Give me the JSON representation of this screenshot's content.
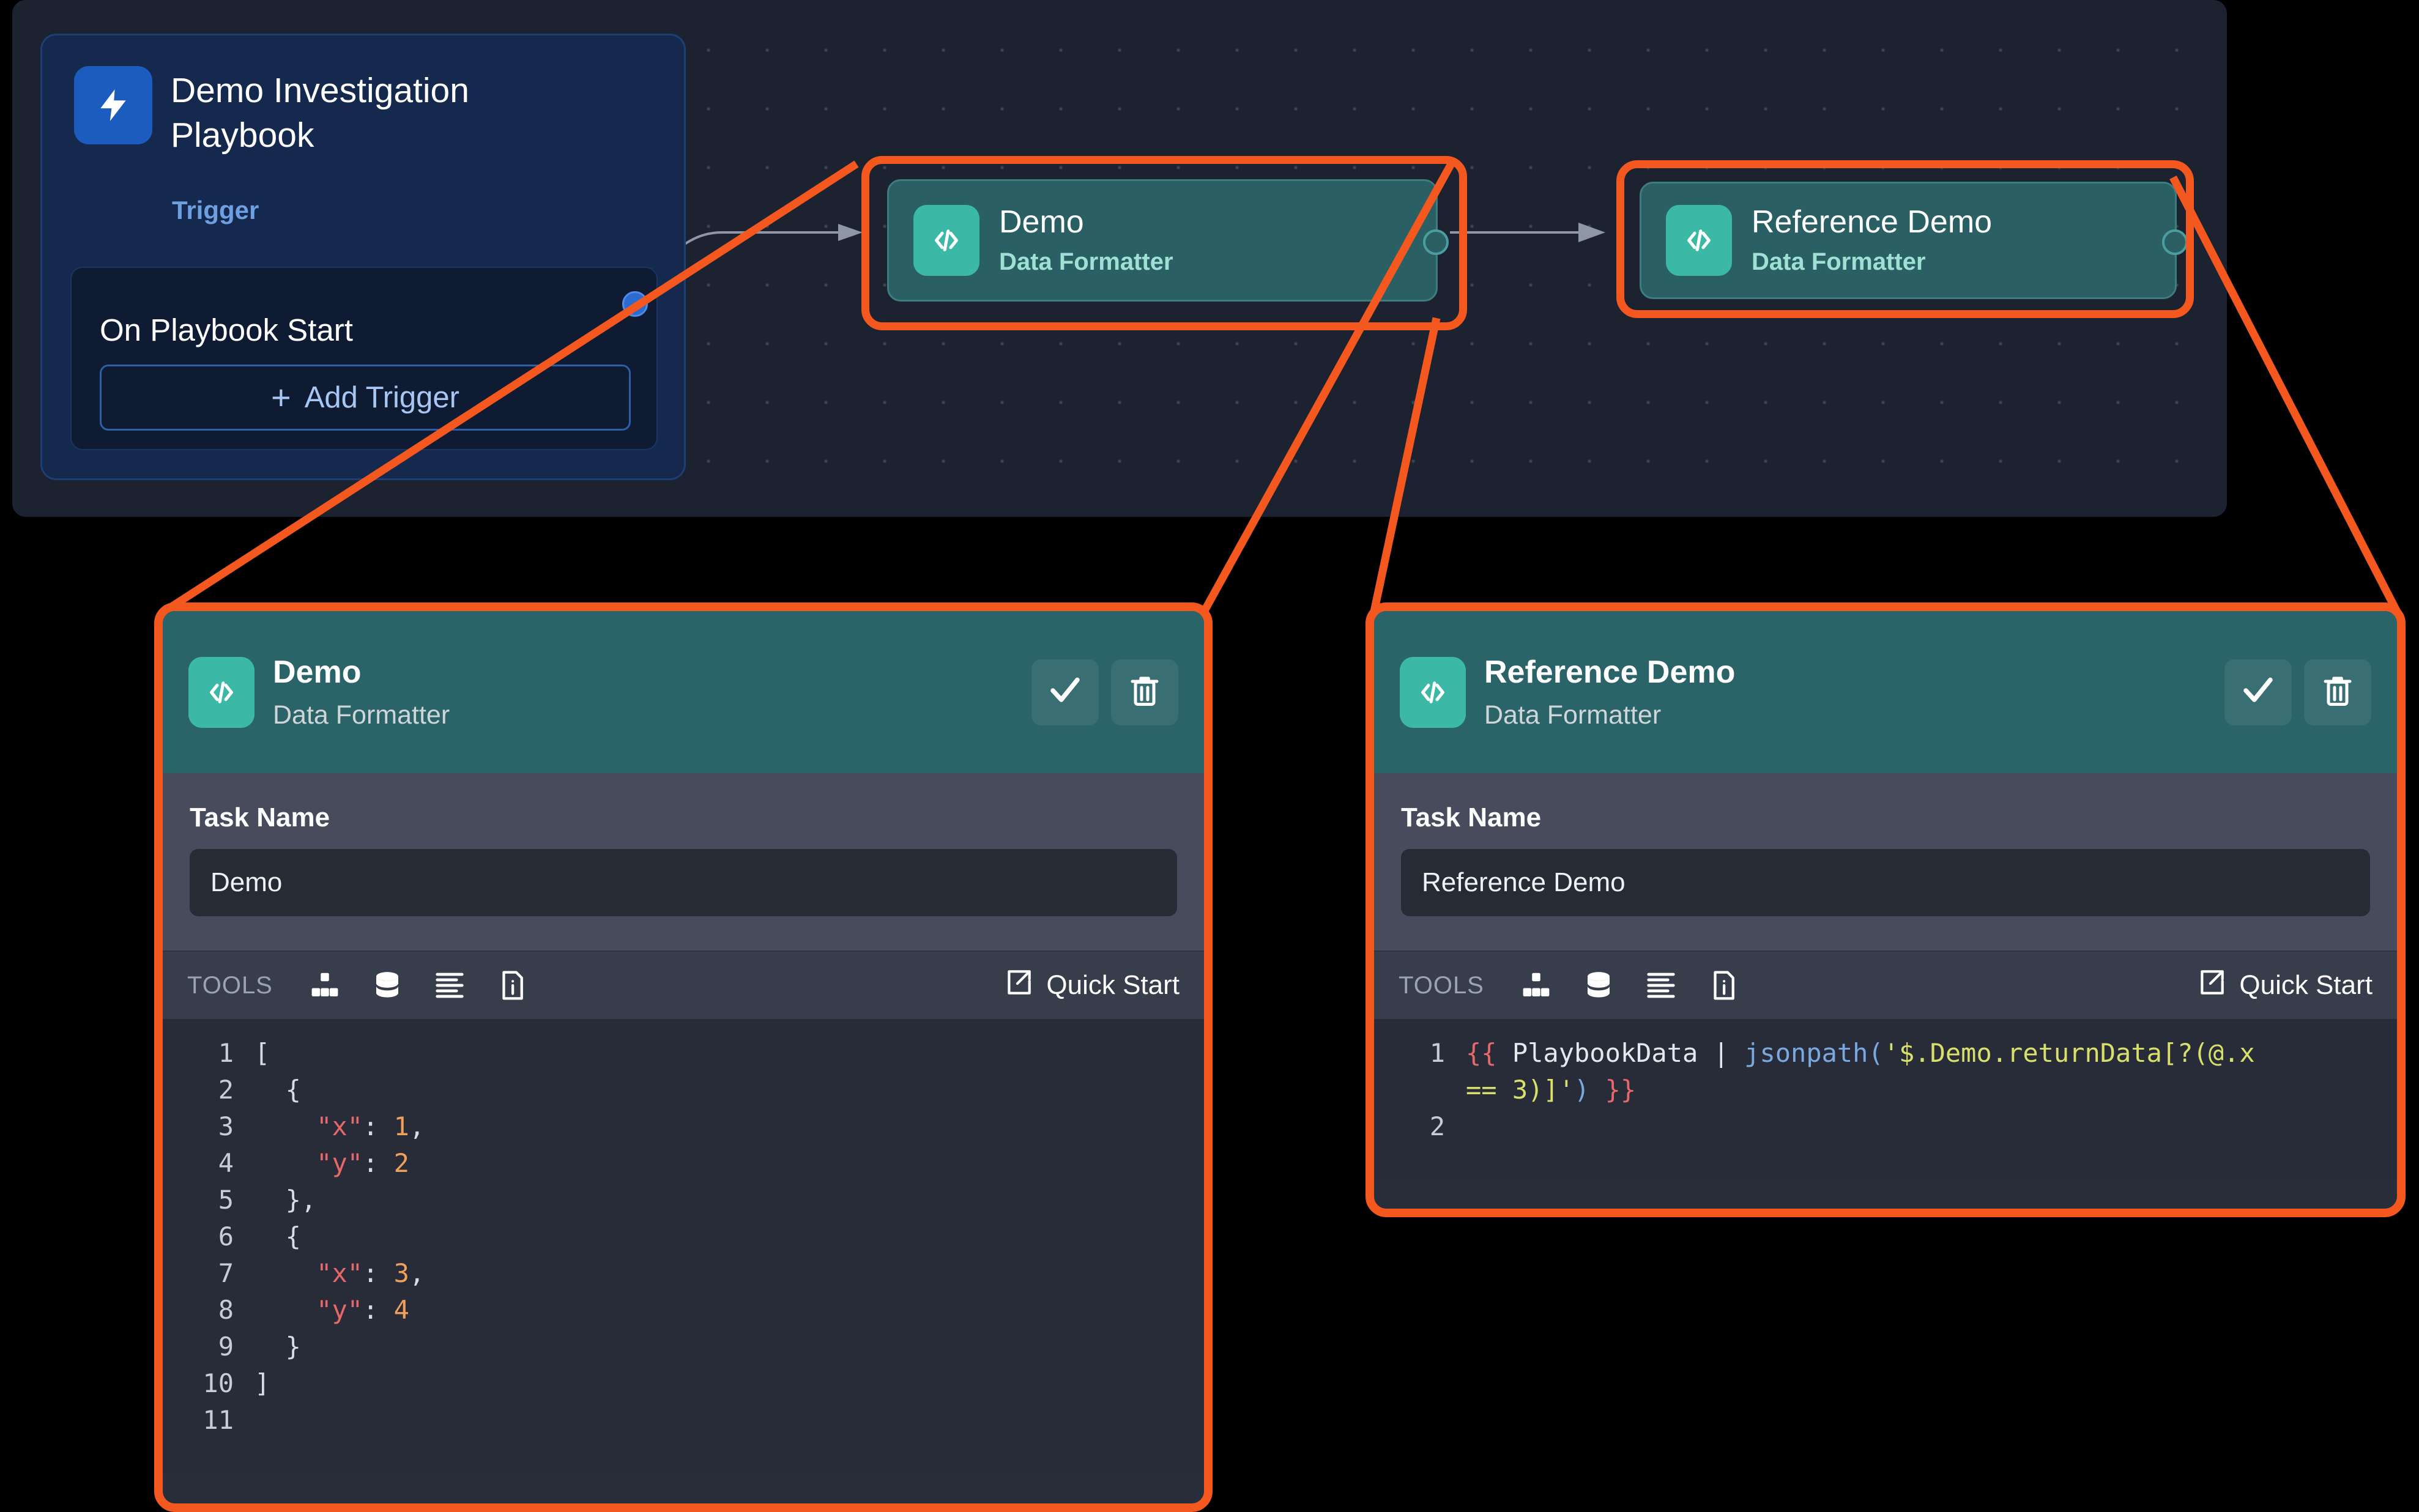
{
  "canvas": {
    "trigger_node": {
      "title": "Demo Investigation Playbook",
      "type_label": "Trigger",
      "start_label": "On Playbook Start",
      "add_trigger_label": "Add Trigger",
      "plus": "+",
      "icon": "lightning-bolt-icon",
      "accent": "#1c5cbf"
    },
    "nodes": [
      {
        "name": "Demo",
        "subtitle": "Data Formatter",
        "icon": "code-brackets-icon",
        "selected": true
      },
      {
        "name": "Reference Demo",
        "subtitle": "Data Formatter",
        "icon": "code-brackets-icon",
        "selected": true
      }
    ],
    "selection_color": "#f4581e",
    "node_color": "#2a5f63",
    "badge_color": "#3cb9a6"
  },
  "detail_left": {
    "title": "Demo",
    "subtitle": "Data Formatter",
    "icon": "code-brackets-icon",
    "actions": [
      {
        "name": "confirm",
        "icon": "check-icon"
      },
      {
        "name": "delete",
        "icon": "trash-icon"
      }
    ],
    "task_name_label": "Task Name",
    "task_name_value": "Demo",
    "task_name_placeholder": "Task Name",
    "tools_label": "TOOLS",
    "tools_icons": [
      "blocks-icon",
      "database-icon",
      "list-lines-icon",
      "file-info-icon"
    ],
    "quick_start_label": "Quick Start",
    "quick_start_icon": "external-link-icon",
    "code_lines": [
      {
        "n": "1",
        "text": "["
      },
      {
        "n": "2",
        "text": "  {"
      },
      {
        "n": "3",
        "key": "\"x\"",
        "sep": ": ",
        "num": "1",
        "tail": ","
      },
      {
        "n": "4",
        "key": "\"y\"",
        "sep": ": ",
        "num": "2",
        "tail": ""
      },
      {
        "n": "5",
        "text": "  },"
      },
      {
        "n": "6",
        "text": "  {"
      },
      {
        "n": "7",
        "key": "\"x\"",
        "sep": ": ",
        "num": "3",
        "tail": ","
      },
      {
        "n": "8",
        "key": "\"y\"",
        "sep": ": ",
        "num": "4",
        "tail": ""
      },
      {
        "n": "9",
        "text": "  }"
      },
      {
        "n": "10",
        "text": "]"
      },
      {
        "n": "11",
        "text": ""
      }
    ]
  },
  "detail_right": {
    "title": "Reference Demo",
    "subtitle": "Data Formatter",
    "icon": "code-brackets-icon",
    "actions": [
      {
        "name": "confirm",
        "icon": "check-icon"
      },
      {
        "name": "delete",
        "icon": "trash-icon"
      }
    ],
    "task_name_label": "Task Name",
    "task_name_value": "Reference Demo",
    "task_name_placeholder": "Task Name",
    "tools_label": "TOOLS",
    "tools_icons": [
      "blocks-icon",
      "database-icon",
      "list-lines-icon",
      "file-info-icon"
    ],
    "quick_start_label": "Quick Start",
    "quick_start_icon": "external-link-icon",
    "expression": "{{ PlaybookData | jsonpath('$.Demo.returnData[?(@.x == 3)]') }}",
    "code_lines": [
      {
        "n": "1"
      },
      {
        "n": "2"
      }
    ],
    "expr_parts": {
      "open_brace": "{{ ",
      "var": "PlaybookData ",
      "pipe": "| ",
      "fn": "jsonpath(",
      "str_line1": "'$.Demo.returnData[?(@.x",
      "str_line2": "== 3)]'",
      "close_paren": ") ",
      "close_brace": "}}"
    }
  }
}
